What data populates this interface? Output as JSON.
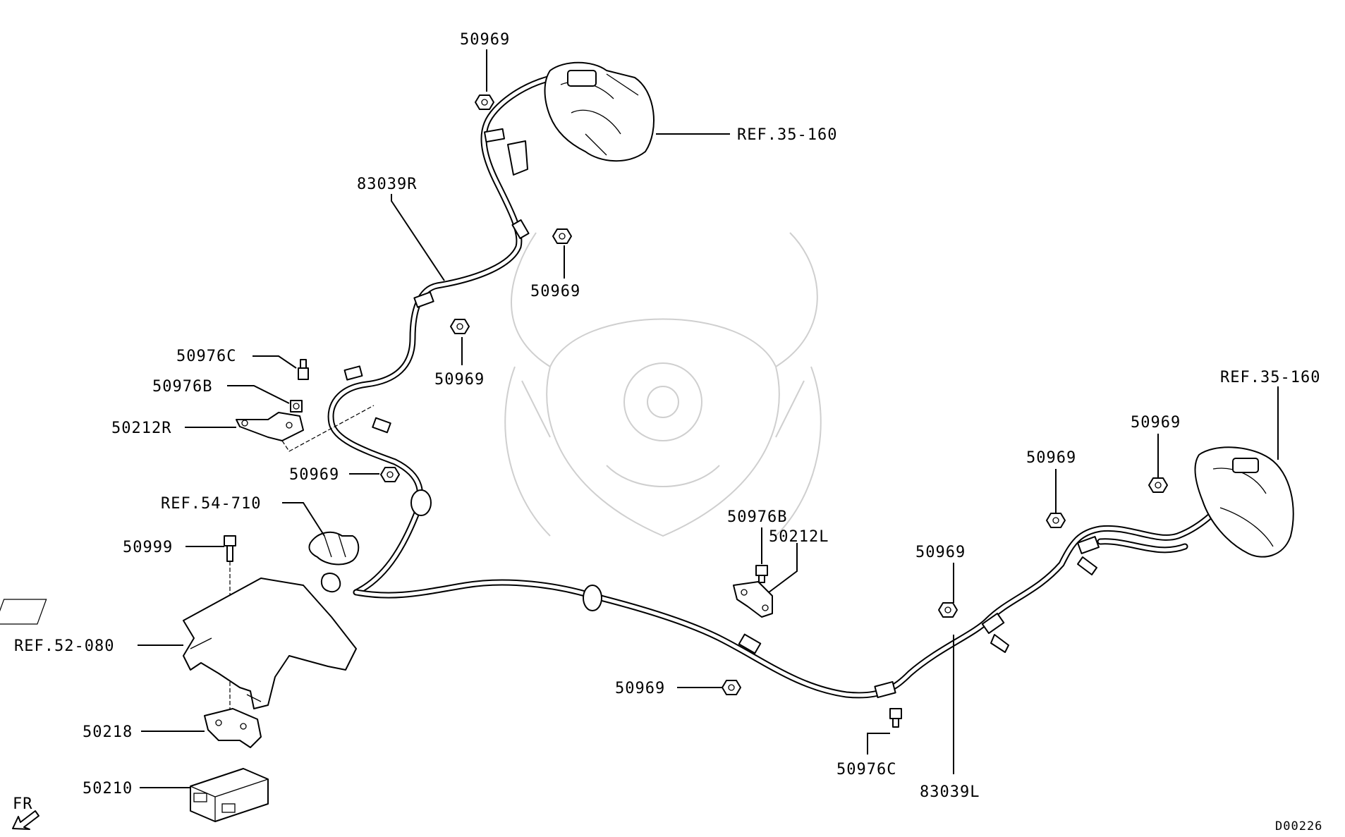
{
  "labels": {
    "nut_top": "50969",
    "ref_caliper_r": "REF.35-160",
    "harness_r": "83039R",
    "nut_r2": "50969",
    "nut_r3": "50969",
    "bolt_c_r": "50976C",
    "bolt_b_r": "50976B",
    "bracket_r": "50212R",
    "nut_r4": "50969",
    "ref_clip": "REF.54-710",
    "bolt_ecu": "50999",
    "ref_floor": "REF.52-080",
    "bracket_ecu": "50218",
    "ecu": "50210",
    "fr": "FR",
    "bolt_b_l": "50976B",
    "bracket_l": "50212L",
    "nut_l_mid": "50969",
    "nut_l_bottom": "50969",
    "bolt_c_l": "50976C",
    "harness_l": "83039L",
    "nut_l_1": "50969",
    "nut_l_2": "50969",
    "ref_caliper_l": "REF.35-160",
    "drawing_code": "D00226"
  }
}
